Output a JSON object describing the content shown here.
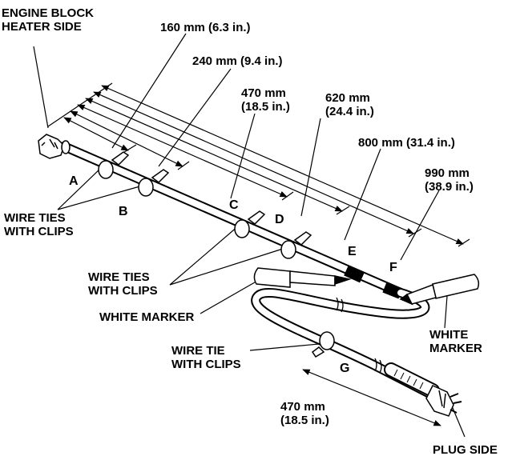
{
  "labels": {
    "engine_side": "ENGINE BLOCK\nHEATER SIDE",
    "dim_160": "160 mm (6.3 in.)",
    "dim_240": "240 mm (9.4 in.)",
    "dim_470": "470 mm\n(18.5 in.)",
    "dim_620": "620 mm\n(24.4 in.)",
    "dim_800": "800 mm  (31.4 in.)",
    "dim_990": "990 mm\n(38.9 in.)",
    "wire_ties_1": "WIRE TIES\nWITH CLIPS",
    "wire_ties_2": "WIRE TIES\nWITH CLIPS",
    "white_marker_left": "WHITE MARKER",
    "white_marker_right": "WHITE\nMARKER",
    "wire_tie_single": "WIRE TIE\nWITH CLIPS",
    "dim_470_bottom": "470 mm\n(18.5 in.)",
    "plug_side": "PLUG SIDE"
  },
  "points": {
    "a": "A",
    "b": "B",
    "c": "C",
    "d": "D",
    "e": "E",
    "f": "F",
    "g": "G"
  }
}
